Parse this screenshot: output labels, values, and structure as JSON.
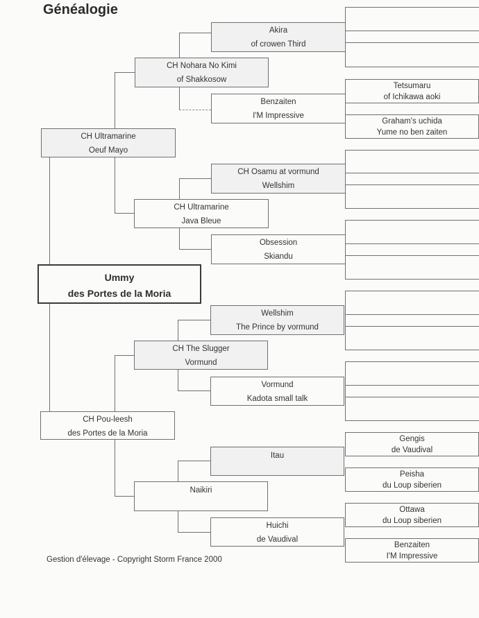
{
  "title": "Généalogie",
  "subject": {
    "line1": "Ummy",
    "line2": "des Portes de la Moria"
  },
  "parents": {
    "sire": {
      "line1": "CH Ultramarine",
      "line2": "Oeuf Mayo"
    },
    "dam": {
      "line1": "CH Pou-leesh",
      "line2": "des Portes de la Moria"
    }
  },
  "grandparents": [
    {
      "line1": "CH Nohara No Kimi",
      "line2": "of Shakkosow"
    },
    {
      "line1": "CH Ultramarine",
      "line2": "Java Bleue"
    },
    {
      "line1": "CH The Slugger",
      "line2": "Vormund"
    },
    {
      "line1": "Naikiri",
      "line2": ""
    }
  ],
  "great_grandparents": [
    {
      "line1": "Akira",
      "line2": "of crowen Third"
    },
    {
      "line1": "Benzaiten",
      "line2": "I'M Impressive"
    },
    {
      "line1": "CH Osamu at vormund",
      "line2": "Wellshim"
    },
    {
      "line1": "Obsession",
      "line2": "Skiandu"
    },
    {
      "line1": "Wellshim",
      "line2": "The Prince by vormund"
    },
    {
      "line1": "Vormund",
      "line2": "Kadota small talk"
    },
    {
      "line1": "Itau",
      "line2": ""
    },
    {
      "line1": "Huichi",
      "line2": "de Vaudival"
    }
  ],
  "great_great_grandparents": [
    {
      "line1": "Tetsumaru",
      "line2": "of Ichikawa aoki"
    },
    {
      "line1": "Graham's uchida",
      "line2": "Yume no ben zaiten"
    },
    {
      "line1": "Gengis",
      "line2": "de Vaudival"
    },
    {
      "line1": "Peisha",
      "line2": "du Loup siberien"
    },
    {
      "line1": "Ottawa",
      "line2": "du Loup siberien"
    },
    {
      "line1": "Benzaiten",
      "line2": "I'M Impressive"
    }
  ],
  "footer": "Gestion d'élevage  -  Copyright Storm France 2000"
}
